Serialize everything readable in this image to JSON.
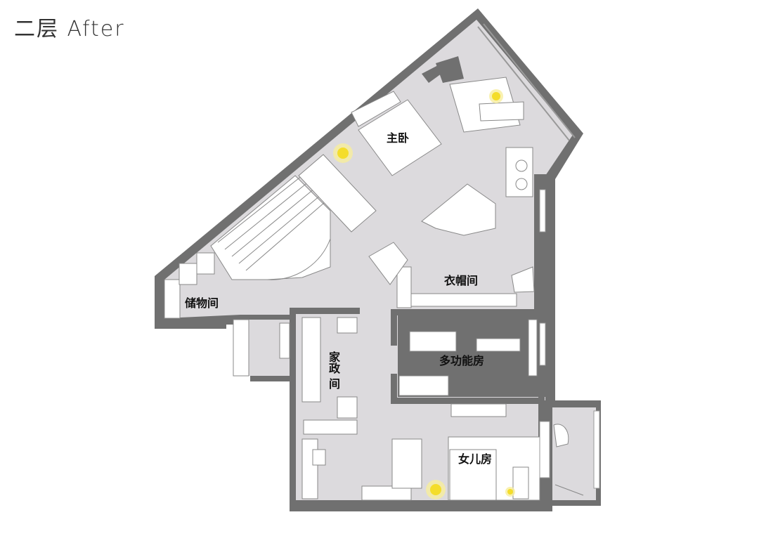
{
  "header": {
    "title": "二层 After"
  },
  "rooms": {
    "master_bedroom": "主卧",
    "wardrobe": "衣帽间",
    "storage": "储物间",
    "housekeeping_line1": "家",
    "housekeeping_line2": "政",
    "housekeeping_line3": "间",
    "multi_function": "多功能房",
    "daughter_room": "女儿房"
  },
  "colors": {
    "wall": "#707070",
    "floor": "#dcdadd",
    "lamp": "#f4dd2b",
    "furniture": "#ffffff"
  }
}
